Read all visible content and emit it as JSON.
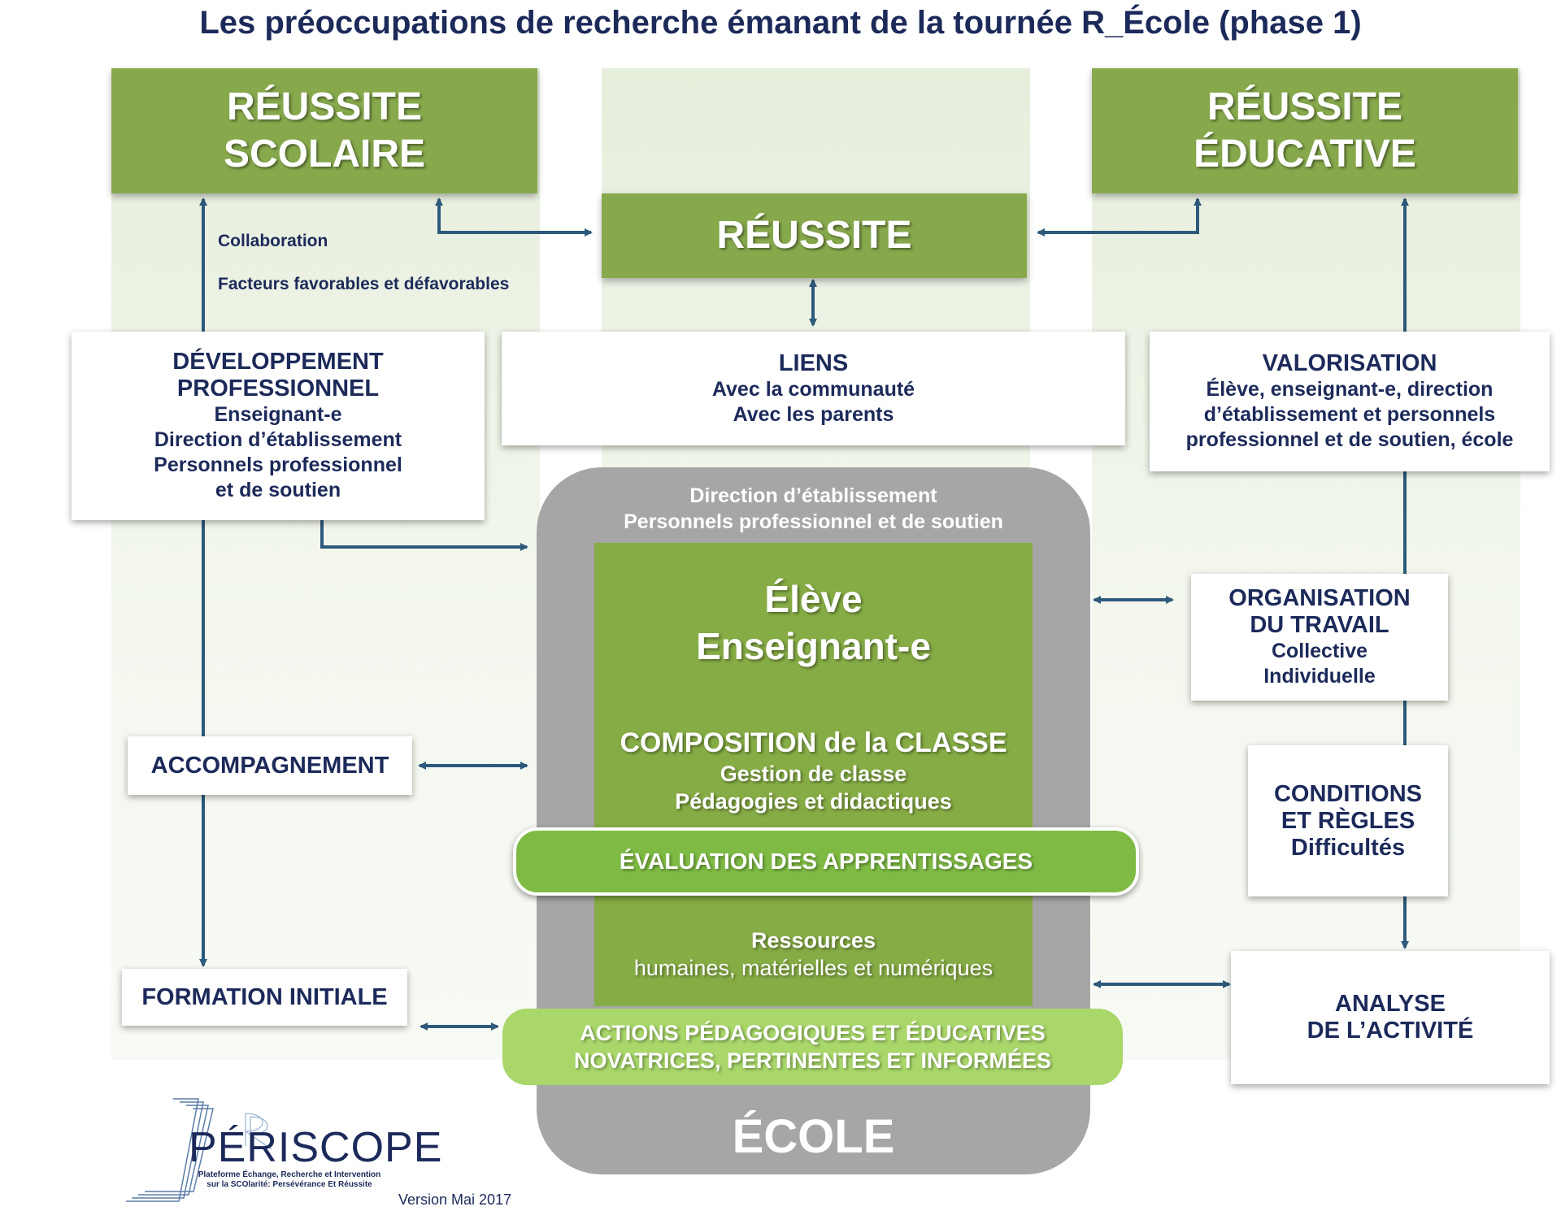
{
  "title": "Les préoccupations de recherche émanant de la tournée R_École (phase 1)",
  "top_boxes": {
    "reussite_scolaire": [
      "RÉUSSITE",
      "SCOLAIRE"
    ],
    "reussite": "RÉUSSITE",
    "reussite_educative": [
      "RÉUSSITE",
      "ÉDUCATIVE"
    ]
  },
  "notes": {
    "collaboration": "Collaboration",
    "facteurs": "Facteurs favorables et défavorables"
  },
  "developpement": {
    "heading": [
      "DÉVELOPPEMENT",
      "PROFESSIONNEL"
    ],
    "lines": [
      "Enseignant-e",
      "Direction d’établissement",
      "Personnels professionnel",
      "et de soutien"
    ]
  },
  "liens": {
    "heading": "LIENS",
    "lines": [
      "Avec la communauté",
      "Avec les parents"
    ]
  },
  "valorisation": {
    "heading": "VALORISATION",
    "lines": [
      "Élève, enseignant-e, direction",
      "d’établissement et personnels",
      "professionnel et de soutien, école"
    ]
  },
  "organisation": {
    "heading": [
      "ORGANISATION",
      "DU TRAVAIL"
    ],
    "lines": [
      "Collective",
      "Individuelle"
    ]
  },
  "conditions": {
    "heading": [
      "CONDITIONS",
      "ET RÈGLES"
    ],
    "lines": [
      "Difficultés"
    ]
  },
  "analyse": [
    "ANALYSE",
    "DE L’ACTIVITÉ"
  ],
  "accompagnement": "ACCOMPAGNEMENT",
  "formation": "FORMATION INITIALE",
  "ecole": {
    "top_lines": [
      "Direction d’établissement",
      "Personnels professionnel et de soutien"
    ],
    "core_title": [
      "Élève",
      "Enseignant-e"
    ],
    "composition": "COMPOSITION de la CLASSE",
    "composition_lines": [
      "Gestion de classe",
      "Pédagogies et didactiques"
    ],
    "evaluation": "ÉVALUATION DES APPRENTISSAGES",
    "ressources": "Ressources",
    "ressources_line": "humaines, matérielles et numériques",
    "actions": [
      "ACTIONS PÉDAGOGIQUES ET ÉDUCATIVES",
      "NOVATRICES, PERTINENTES ET INFORMÉES"
    ],
    "label": "ÉCOLE"
  },
  "logo": {
    "name_a": "PÉR",
    "name_b": "ISCOPE",
    "tagline": [
      "Plateforme Échange, Recherche et Intervention",
      "sur la SCOlarité: Persévérance Et Réussite"
    ]
  },
  "version": "Version Mai 2017",
  "colors": {
    "navy": "#1c2a5a",
    "arrow": "#2d5a7b",
    "green": "#87a94c",
    "green_light": "#a9d76a",
    "gray": "#a6a6a6"
  }
}
